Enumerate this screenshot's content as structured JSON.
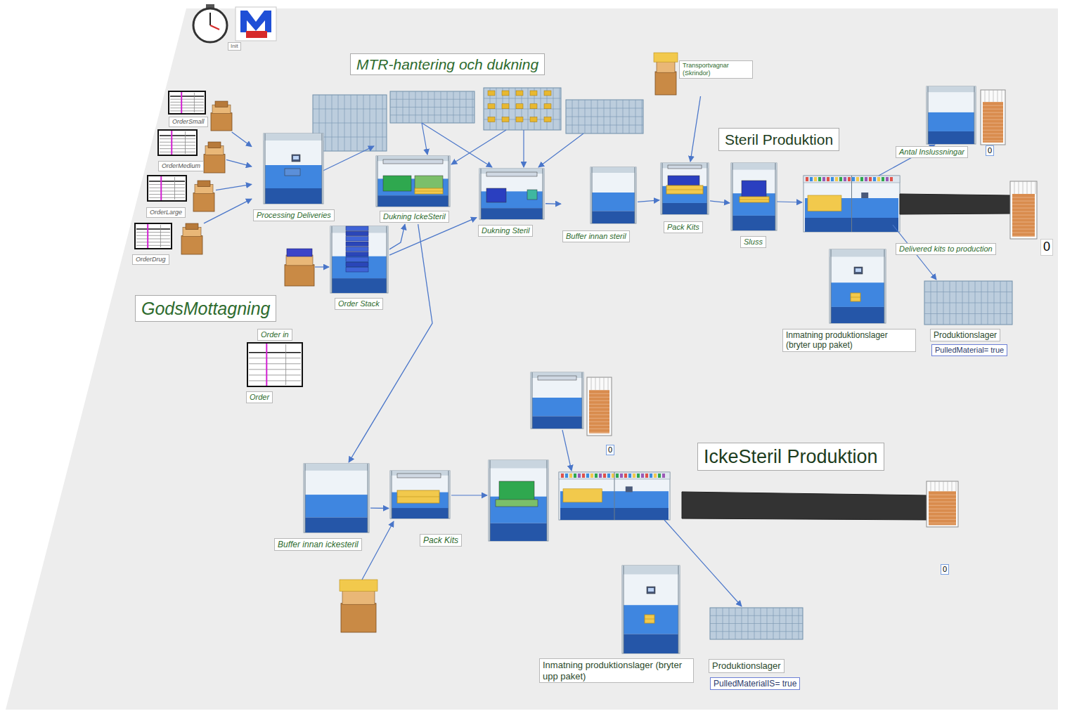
{
  "diagram": {
    "nodes": [
      {
        "text": [
          "OrderSmall"
        ]
      },
      {
        "text": [
          "OrderMedium"
        ]
      },
      {
        "text": [
          "OrderLarge"
        ]
      },
      {
        "text": [
          "OrderDrug"
        ]
      },
      {
        "text": [
          "Processing Deliveries"
        ]
      },
      {
        "text": [
          "Dukning IckeSteril"
        ]
      },
      {
        "text": [
          "Dukning Steril"
        ]
      },
      {
        "text": [
          "Buffer innan steril"
        ]
      },
      {
        "text": [
          "Transportvagnar (Skrindor)"
        ]
      },
      {
        "text": [
          "Pack Kits"
        ]
      },
      {
        "text": [
          "Sluss"
        ]
      },
      {
        "text": [
          "Antal Inslussningar",
          "0"
        ]
      },
      {
        "text": [
          "Delivered kits to production",
          "0"
        ]
      },
      {
        "text": [
          "Inmatning produktionslager (bryter upp paket)"
        ]
      },
      {
        "text": [
          "Produktionslager",
          "PulledMaterial= true"
        ]
      },
      {
        "text": [
          "Order Stack"
        ]
      },
      {
        "text": [
          "Order in",
          "Order"
        ]
      },
      {
        "text": [
          "Buffer innan ickesteril"
        ]
      },
      {
        "text": [
          "Pack Kits"
        ]
      },
      {
        "text": [
          "Inmatning produktionslager (bryter upp paket)"
        ]
      },
      {
        "text": [
          "Produktionslager",
          "PulledMaterialIS= true"
        ]
      }
    ],
    "edges": [
      {
        "from": 0,
        "to": 4,
        "arrow": "to"
      },
      {
        "from": 1,
        "to": 4,
        "arrow": "to"
      },
      {
        "from": 2,
        "to": 4,
        "arrow": "to"
      },
      {
        "from": 3,
        "to": 4,
        "arrow": "to"
      },
      {
        "from": 15,
        "to": 5,
        "arrow": "to"
      },
      {
        "from": 15,
        "to": 6,
        "arrow": "to"
      },
      {
        "from": 5,
        "to": 17,
        "arrow": "to"
      },
      {
        "from": 6,
        "to": 7,
        "arrow": "to"
      },
      {
        "from": 7,
        "to": 9,
        "arrow": "to"
      },
      {
        "from": 8,
        "to": 9,
        "arrow": "to"
      },
      {
        "from": 9,
        "to": 10,
        "arrow": "to"
      },
      {
        "from": 17,
        "to": 18,
        "arrow": "to"
      }
    ],
    "labels": [
      "Init",
      "MTR-hantering och dukning",
      "GodsMottagning",
      "Steril Produktion",
      "IckeSteril Produktion",
      "0",
      "0"
    ]
  }
}
